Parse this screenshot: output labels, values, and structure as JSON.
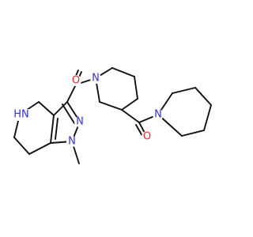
{
  "colors": {
    "bond": "#111111",
    "nitrogen": "#2f31e6",
    "oxygen": "#ee2a2a",
    "background": "#ffffff"
  },
  "atoms": {
    "n_piperidine_core": "N",
    "o_amide_top": "O",
    "o_amide_bottom": "O",
    "n_piperidine_right": "N",
    "nh_tetrahydro": "HN",
    "n_pyrazole_upper": "N",
    "n_pyrazole_methyl": "N"
  }
}
